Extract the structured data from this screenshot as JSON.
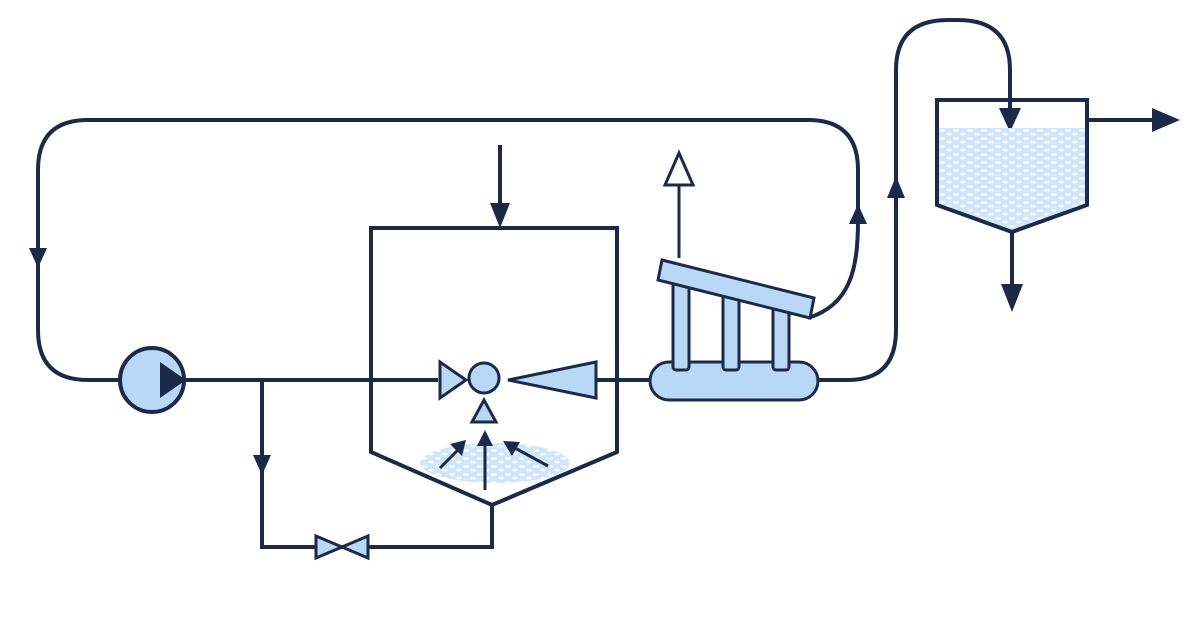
{
  "colors": {
    "line": "#1b2a48",
    "fill": "#b9d8f5",
    "fill_light": "#cfe5fb",
    "dots": "#ffffff",
    "background": "#ffffff"
  },
  "components": [
    {
      "id": "circulation-pump",
      "icon": "pump-icon"
    },
    {
      "id": "mixing-tank",
      "icon": "tank-icon"
    },
    {
      "id": "ejector",
      "icon": "ejector-icon"
    },
    {
      "id": "bypass-valve",
      "icon": "valve-icon"
    },
    {
      "id": "sludge-blanket",
      "icon": "sludge-icon"
    },
    {
      "id": "gas-separator",
      "icon": "separator-icon"
    },
    {
      "id": "settling-tank",
      "icon": "settler-icon"
    }
  ],
  "flows": [
    {
      "id": "feed-inlet",
      "icon": "arrow-down-icon"
    },
    {
      "id": "gas-outlet",
      "icon": "hollow-arrow-up-icon"
    },
    {
      "id": "clarified-outlet",
      "icon": "arrow-right-icon"
    },
    {
      "id": "sludge-outlet",
      "icon": "arrow-down-icon"
    },
    {
      "id": "recirculation-loop",
      "icon": "arrow-icon"
    },
    {
      "id": "bypass-line",
      "icon": "arrow-down-icon"
    }
  ]
}
